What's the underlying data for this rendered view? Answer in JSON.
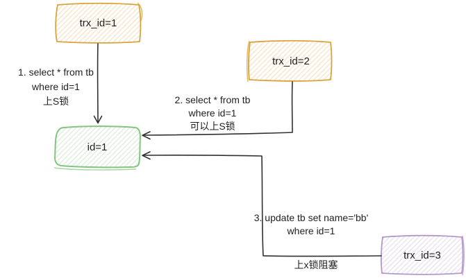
{
  "diagram": {
    "title": "transaction-lock-diagram",
    "background_color": "#ffffff",
    "text_color": "#1f1f1f",
    "arrows": {
      "color": "#2f2f2f"
    },
    "boxes": [
      {
        "label": "trx_id=1",
        "border_color": "#d9a33c",
        "hatch_color": "#f6e3c4"
      },
      {
        "label": "trx_id=2",
        "border_color": "#d9a33c",
        "hatch_color": "#f6e3c4"
      },
      {
        "label": "id=1",
        "border_color": "#82c57e",
        "hatch_color": "#d9edd7"
      },
      {
        "label": "trx_id=3",
        "border_color": "#b697c6",
        "hatch_color": "#e8dff0"
      }
    ],
    "annotations": [
      {
        "lines": [
          "1. select * from tb",
          "where id=1",
          "上S锁"
        ]
      },
      {
        "lines": [
          "2. select * from tb",
          "where id=1",
          "可以上S锁"
        ]
      },
      {
        "lines": [
          "3. update tb set name='bb'",
          "where id=1"
        ]
      },
      {
        "lines": [
          "上x锁阻塞"
        ]
      }
    ]
  }
}
